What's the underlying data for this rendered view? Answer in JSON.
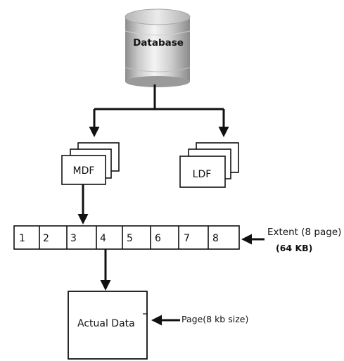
{
  "database": {
    "label": "Database"
  },
  "files": {
    "mdf": "MDF",
    "ldf": "LDF"
  },
  "extent": {
    "cells": [
      "1",
      "2",
      "3",
      "4",
      "5",
      "6",
      "7",
      "8"
    ],
    "label_line1": "Extent (8 page)",
    "label_line2": "(64 KB)"
  },
  "page": {
    "box_label": "Actual Data",
    "annotation": "Page(8 kb size)"
  }
}
